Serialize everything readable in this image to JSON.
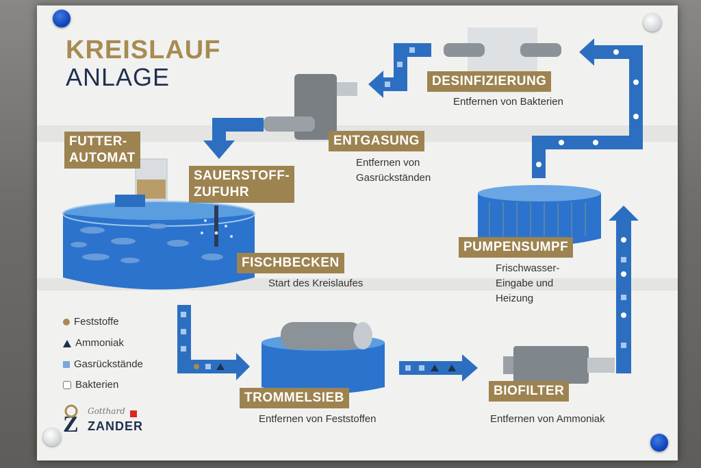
{
  "poster": {
    "title_line1": "KREISLAUF",
    "title_line2": "ANLAGE"
  },
  "stages": {
    "feeder": "FUTTER-\nAUTOMAT",
    "oxygen": "SAUERSTOFF-\nZUFUHR",
    "fishtank": "FISCHBECKEN",
    "fishtank_caption": "Start des Kreislaufes",
    "drum": "TROMMELSIEB",
    "drum_caption": "Entfernen von Feststoffen",
    "biofilter": "BIOFILTER",
    "biofilter_caption": "Entfernen von Ammoniak",
    "sump": "PUMPENSUMPF",
    "sump_caption": "Frischwasser-\nEingabe und\nHeizung",
    "disinfect": "DESINFIZIERUNG",
    "disinfect_caption": "Entfernen von Bakterien",
    "degas": "ENTGASUNG",
    "degas_caption": "Entfernen von\nGasrückständen"
  },
  "legend": [
    {
      "label": "Feststoffe",
      "icon": "dot-icon",
      "color": "#a88b52"
    },
    {
      "label": "Ammoniak",
      "icon": "triangle-icon",
      "color": "#1f2f4f"
    },
    {
      "label": "Gasrückstände",
      "icon": "square-icon",
      "color": "#7aa7dc"
    },
    {
      "label": "Bakterien",
      "icon": "hexagon-icon",
      "color": "#ffffff"
    }
  ],
  "logo": {
    "script": "Gotthard",
    "brand": "ZANDER",
    "flag_color": "#d8281e"
  },
  "colors": {
    "gold": "#9d8350",
    "navy": "#1f2f4f",
    "water": "#2c6fc0",
    "background": "#f1f1f0"
  }
}
